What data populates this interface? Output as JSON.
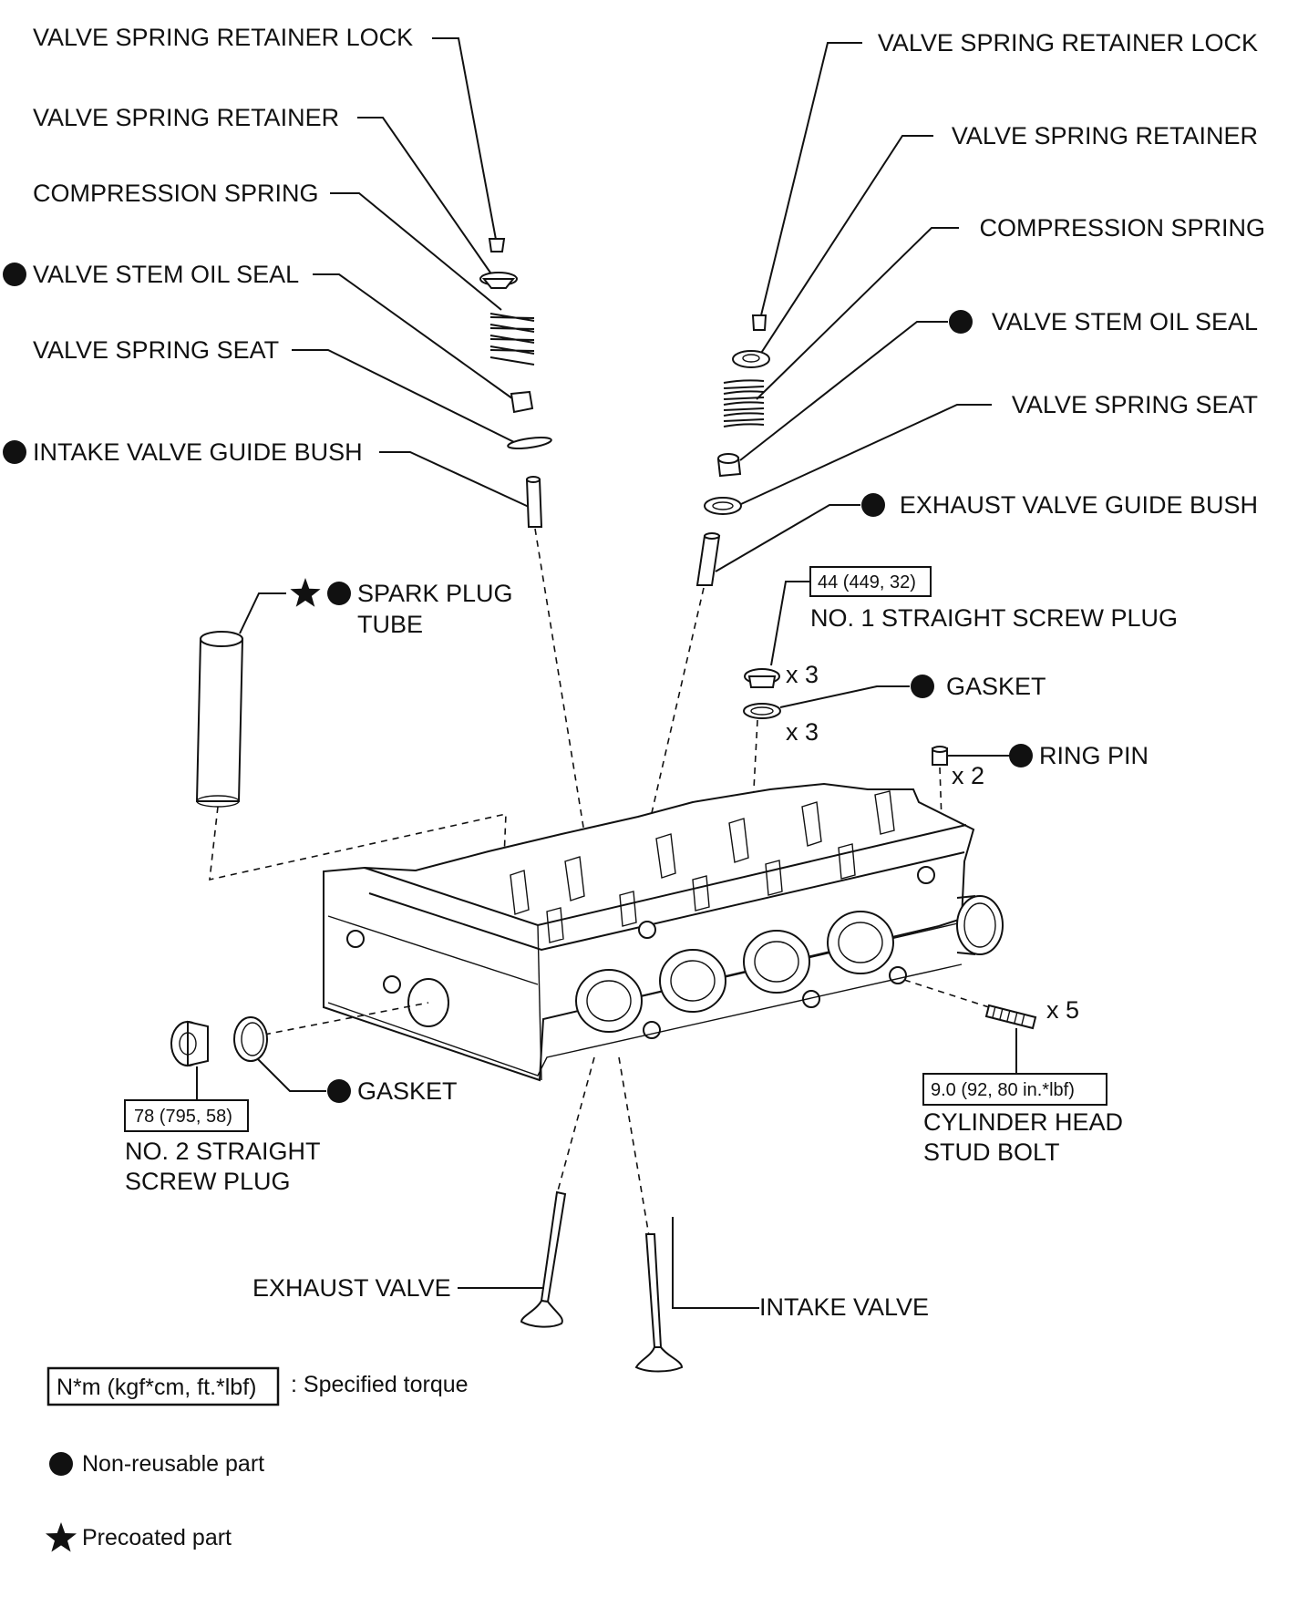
{
  "labels": {
    "left_retainer_lock": "VALVE SPRING RETAINER LOCK",
    "left_retainer": "VALVE SPRING RETAINER",
    "left_compression_spring": "COMPRESSION SPRING",
    "left_stem_oil_seal": "VALVE STEM OIL SEAL",
    "left_spring_seat": "VALVE SPRING SEAT",
    "intake_guide_bush": "INTAKE VALVE GUIDE BUSH",
    "right_retainer_lock": "VALVE SPRING RETAINER LOCK",
    "right_retainer": "VALVE SPRING RETAINER",
    "right_compression_spring": "COMPRESSION SPRING",
    "right_stem_oil_seal": "VALVE STEM OIL SEAL",
    "right_spring_seat": "VALVE SPRING SEAT",
    "exhaust_guide_bush": "EXHAUST VALVE GUIDE BUSH",
    "spark_plug_tube_line1": "SPARK PLUG",
    "spark_plug_tube_line2": "TUBE",
    "no1_plug": "NO. 1 STRAIGHT SCREW PLUG",
    "gasket_right": "GASKET",
    "ring_pin": "RING PIN",
    "gasket_left": "GASKET",
    "no2_plug_line1": "NO. 2 STRAIGHT",
    "no2_plug_line2": "SCREW PLUG",
    "stud_bolt_line1": "CYLINDER HEAD",
    "stud_bolt_line2": "STUD BOLT",
    "exhaust_valve": "EXHAUST VALVE",
    "intake_valve": "INTAKE VALVE"
  },
  "quantities": {
    "no1_plug": "x 3",
    "gasket_right": "x 3",
    "ring_pin": "x 2",
    "stud_bolt": "x 5"
  },
  "torques": {
    "no1_plug": "44 (449, 32)",
    "no2_plug": "78 (795, 58)",
    "stud_bolt": "9.0 (92, 80 in.*lbf)"
  },
  "legend": {
    "torque_unit": "N*m (kgf*cm, ft.*lbf)",
    "torque_desc": ": Specified torque",
    "non_reusable": "Non-reusable part",
    "precoated": "Precoated part"
  }
}
